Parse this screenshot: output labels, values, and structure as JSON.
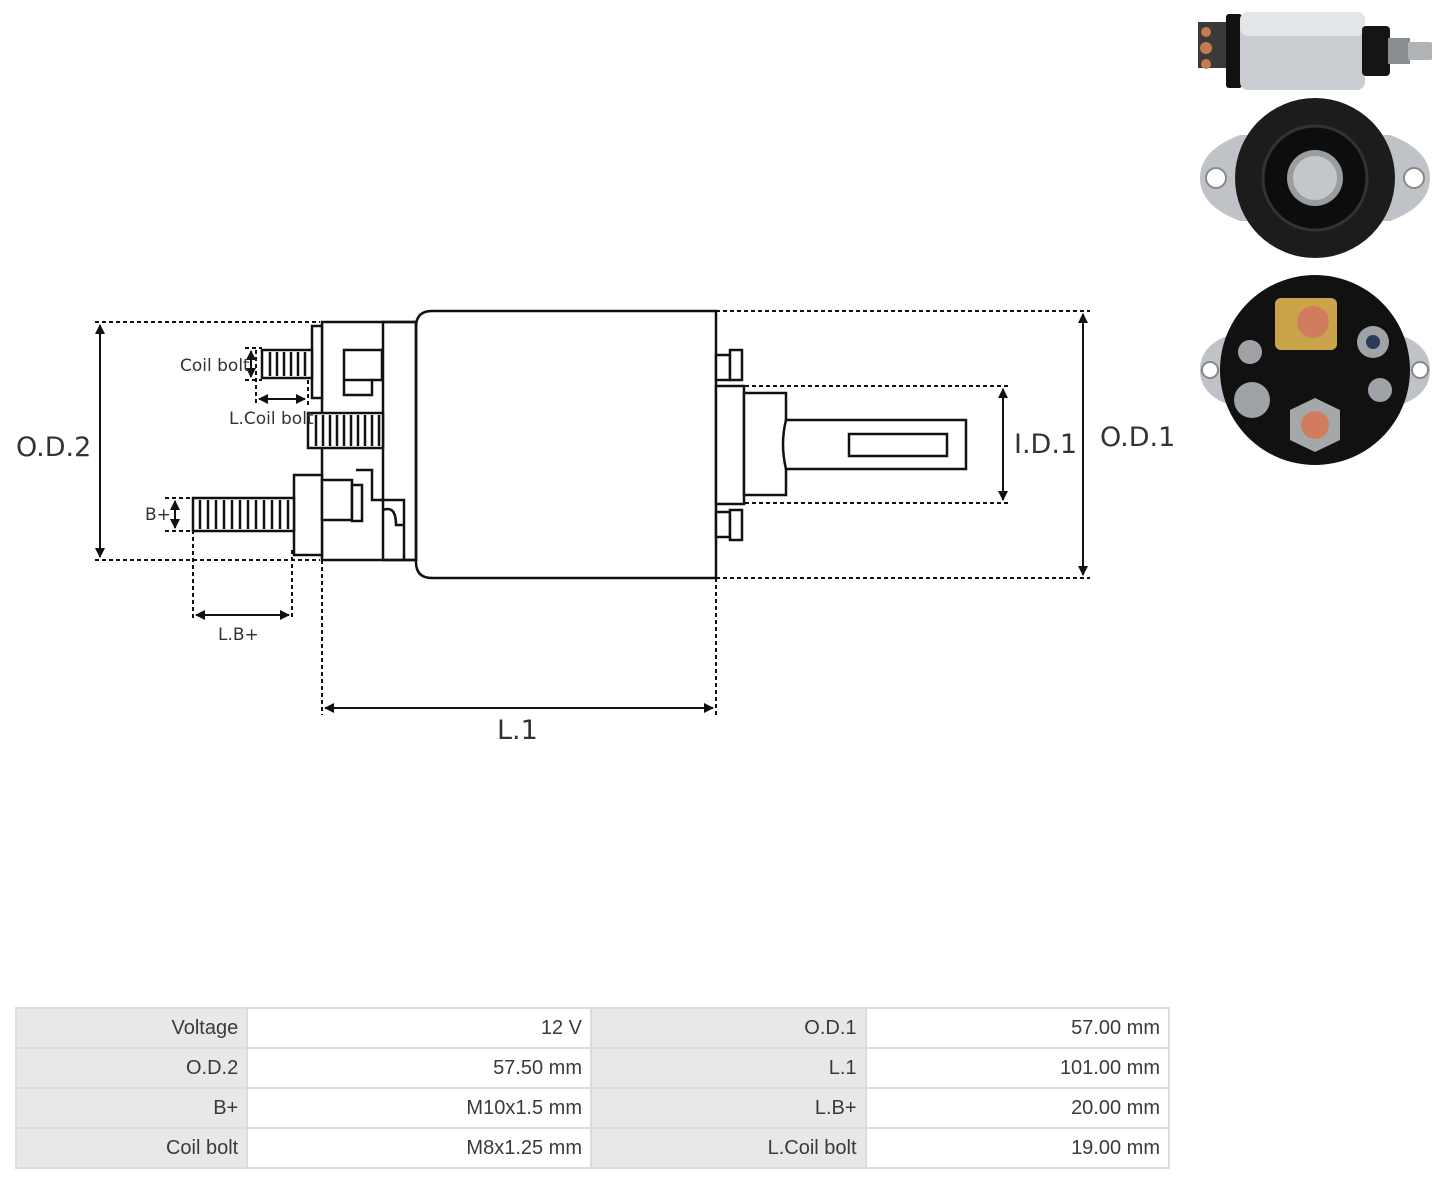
{
  "diagram": {
    "labels": {
      "od2": "O.D.2",
      "od1": "O.D.1",
      "id1": "I.D.1",
      "l1": "L.1",
      "lbplus": "L.B+",
      "bplus": "B+",
      "coil_bolt": "Coil bolt",
      "l_coil_bolt": "L.Coil bolt"
    }
  },
  "specs": {
    "rows": [
      [
        {
          "k": "Voltage",
          "v": "12 V"
        },
        {
          "k": "O.D.1",
          "v": "57.00 mm"
        }
      ],
      [
        {
          "k": "O.D.2",
          "v": "57.50 mm"
        },
        {
          "k": "L.1",
          "v": "101.00 mm"
        }
      ],
      [
        {
          "k": "B+",
          "v": "M10x1.5 mm"
        },
        {
          "k": "L.B+",
          "v": "20.00 mm"
        }
      ],
      [
        {
          "k": "Coil bolt",
          "v": "M8x1.25 mm"
        },
        {
          "k": "L.Coil bolt",
          "v": "19.00 mm"
        }
      ]
    ]
  }
}
